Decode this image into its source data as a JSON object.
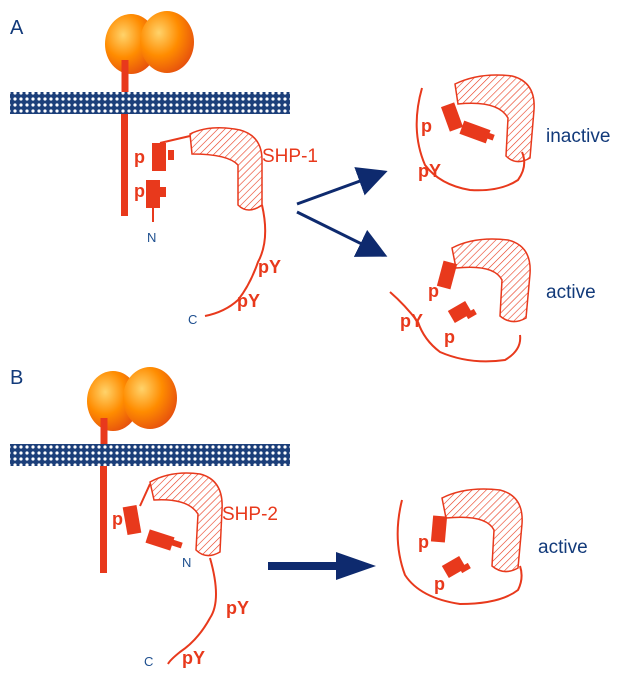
{
  "panels": {
    "a": {
      "label": "A",
      "protein": "SHP-1",
      "p1": "p",
      "p2": "p",
      "n_term": "N",
      "c_term": "C",
      "py1": "pY",
      "py2": "pY",
      "inactive_p": "p",
      "inactive_py": "pY",
      "inactive_state": "inactive",
      "active_p1": "p",
      "active_p2": "p",
      "active_py": "pY",
      "active_state": "active"
    },
    "b": {
      "label": "B",
      "protein": "SHP-2",
      "p1": "p",
      "n_term": "N",
      "c_term": "C",
      "py1": "pY",
      "py2": "pY",
      "active_p1": "p",
      "active_p2": "p",
      "active_state": "active"
    }
  },
  "colors": {
    "protein_red": "#e8391c",
    "arrow_navy": "#0e2a6e",
    "label_navy": "#123a7a",
    "membrane_blue": "#1c3f7a",
    "ligand_orange": "#ff8c00"
  }
}
